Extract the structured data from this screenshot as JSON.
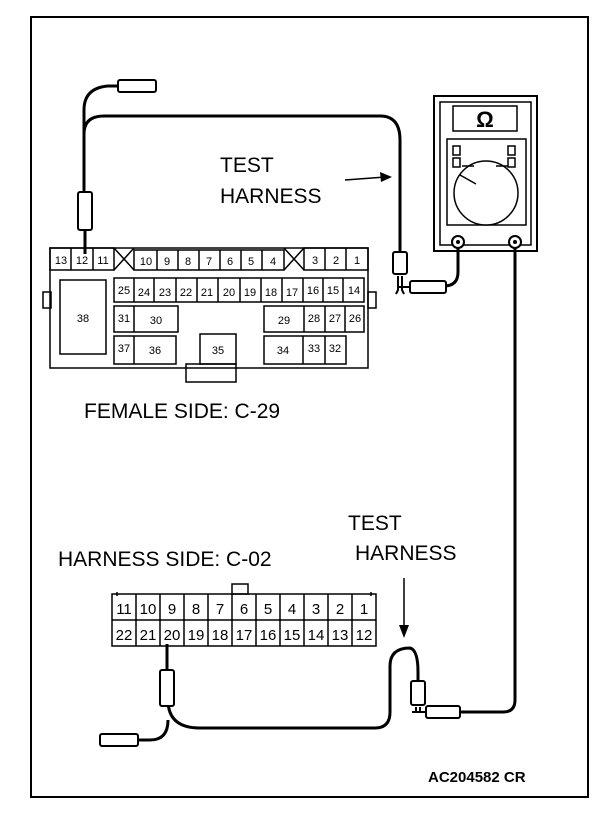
{
  "labels": {
    "test_harness_top": [
      "TEST",
      "HARNESS"
    ],
    "test_harness_bottom": [
      "TEST",
      "HARNESS"
    ],
    "female_side": "FEMALE SIDE: C-29",
    "harness_side": "HARNESS SIDE: C-02",
    "figure_code": "AC204582 CR",
    "meter_symbol": "Ω"
  },
  "connector_c29": {
    "row1": [
      "13",
      "12",
      "11",
      "10",
      "9",
      "8",
      "7",
      "6",
      "5",
      "4",
      "3",
      "2",
      "1"
    ],
    "row2": [
      "25",
      "24",
      "23",
      "22",
      "21",
      "20",
      "19",
      "18",
      "17",
      "16",
      "15",
      "14"
    ],
    "row3": [
      "38",
      "31",
      "30",
      "29",
      "28",
      "27",
      "26"
    ],
    "row4": [
      "37",
      "36",
      "35",
      "34",
      "33",
      "32"
    ]
  },
  "connector_c02": {
    "row1": [
      "11",
      "10",
      "9",
      "8",
      "7",
      "6",
      "5",
      "4",
      "3",
      "2",
      "1"
    ],
    "row2": [
      "22",
      "21",
      "20",
      "19",
      "18",
      "17",
      "16",
      "15",
      "14",
      "13",
      "12"
    ]
  }
}
